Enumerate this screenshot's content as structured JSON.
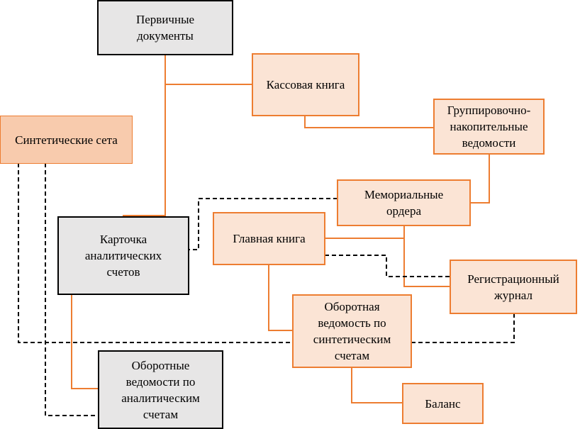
{
  "nodes": {
    "primary_documents": "Первичные\nдокументы",
    "cash_book": "Кассовая книга",
    "grouping_statements": "Группировочно-\nнакопительные\nведомости",
    "synthetic_accounts": "Синтетические сета",
    "memorial_orders": "Мемориальные\nордера",
    "analytical_cards": "Карточка\nаналитических\nсчетов",
    "general_ledger": "Главная книга",
    "registration_journal": "Регистрационный\nжурнал",
    "synthetic_turnover": "Оборотная\nведомость по\nсинтетическим\nсчетам",
    "analytical_turnover": "Оборотные\nведомости по\nаналитическим\nсчетам",
    "balance": "Баланс"
  },
  "colors": {
    "solid_connector": "#ed7d31",
    "dashed_connector": "#000000",
    "gray_box_fill": "#e7e6e6",
    "peach_box_fill": "#fbe4d5"
  }
}
